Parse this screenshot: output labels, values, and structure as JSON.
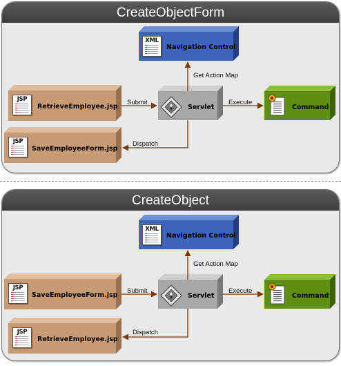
{
  "colors": {
    "jsp": "#c89b74",
    "xml": "#3f64ba",
    "servlet": "#a7a7a7",
    "command": "#5f8f12",
    "arrow": "#7a3a0c"
  },
  "panels": [
    {
      "title": "CreateObjectForm",
      "navigation_label": "Navigation Control",
      "navigation_badge": "XML",
      "get_action_map_label": "Get Action Map",
      "source_jsp": "RetrieveEmployee.jsp",
      "source_badge": "JSP",
      "submit_label": "Submit",
      "servlet_label": "Servlet",
      "execute_label": "Execute",
      "command_label": "Command",
      "dispatch_label": "Dispatch",
      "target_jsp": "SaveEmployeeForm.jsp",
      "target_badge": "JSP"
    },
    {
      "title": "CreateObject",
      "navigation_label": "Navigation Control",
      "navigation_badge": "XML",
      "get_action_map_label": "Get Action Map",
      "source_jsp": "SaveEmployeeForm.jsp",
      "source_badge": "JSP",
      "submit_label": "Submit",
      "servlet_label": "Servlet",
      "execute_label": "Execute",
      "command_label": "Command",
      "dispatch_label": "Dispatch",
      "target_jsp": "RetrieveEmployee.jsp",
      "target_badge": "JSP"
    }
  ]
}
